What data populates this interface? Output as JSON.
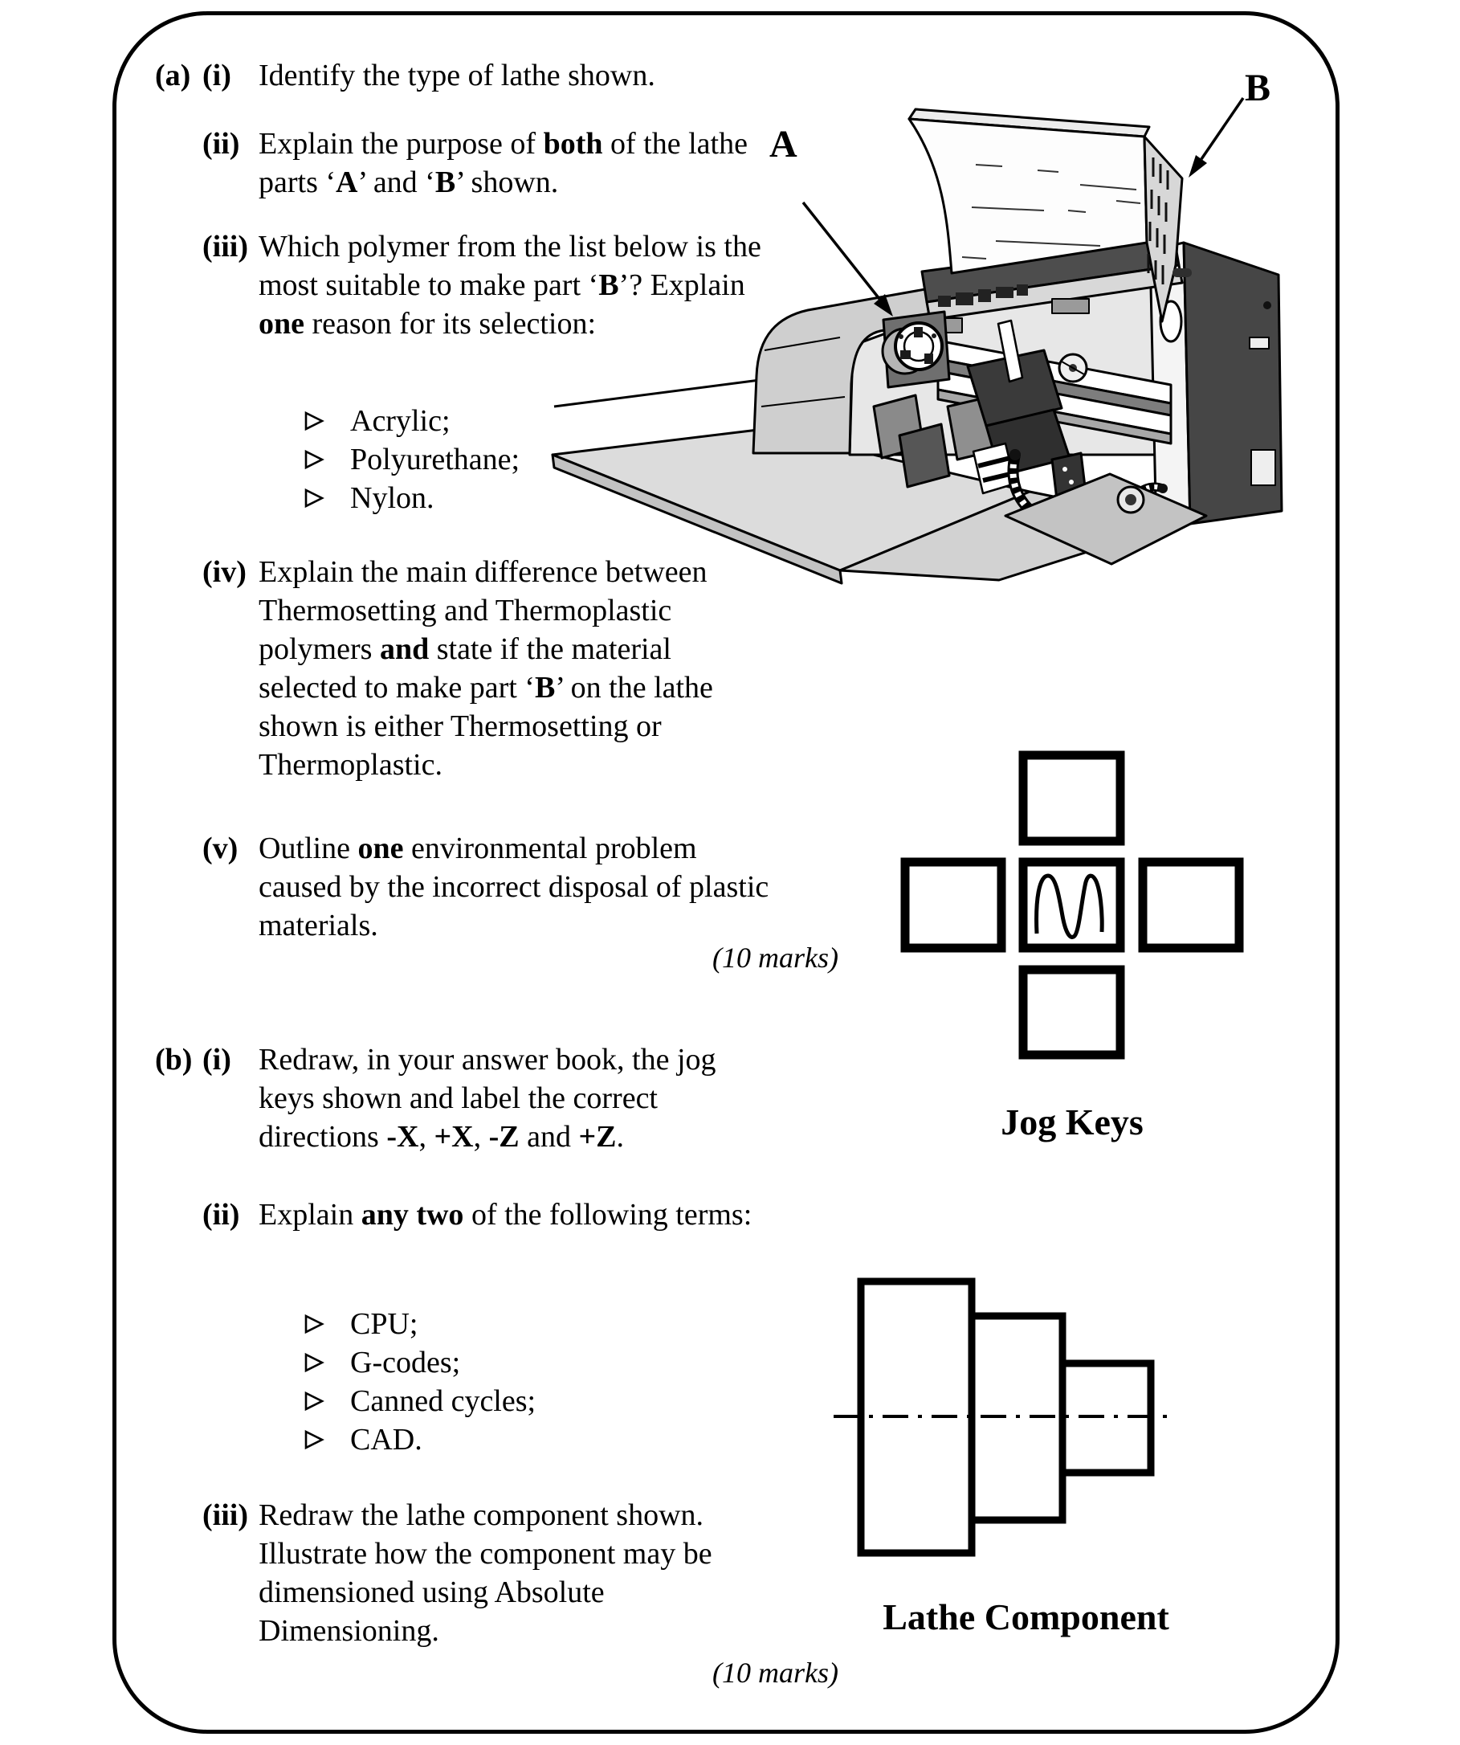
{
  "page": {
    "marks_a": "(10 marks)",
    "marks_b": "(10 marks)",
    "icons": {
      "bullet": "arrowhead-right"
    },
    "qa": {
      "label": "(a)",
      "i": {
        "label": "(i)",
        "text": "Identify the type of lathe shown."
      },
      "ii": {
        "label": "(ii)",
        "t1": "Explain the purpose of ",
        "b1": "both",
        "t2": " of the lathe parts ‘",
        "b2": "A",
        "t3": "’ and ‘",
        "b3": "B",
        "t4": "’ shown."
      },
      "iii": {
        "label": "(iii)",
        "t1": "Which polymer from the list below is the most suitable to make part ‘",
        "b1": "B",
        "t2": "’? Explain ",
        "b2": "one",
        "t3": " reason for its selection:",
        "options": [
          "Acrylic;",
          "Polyurethane;",
          "Nylon."
        ]
      },
      "iv": {
        "label": "(iv)",
        "t1": "Explain the main difference between Thermosetting and Thermoplastic polymers ",
        "b1": "and",
        "t2": " state if the material selected to make part ‘",
        "b2": "B",
        "t3": "’ on the lathe shown is either Thermosetting or Thermoplastic."
      },
      "v": {
        "label": "(v)",
        "t1": "Outline ",
        "b1": "one",
        "t2": " environmental problem caused by the incorrect disposal of plastic materials."
      }
    },
    "qb": {
      "label": "(b)",
      "i": {
        "label": "(i)",
        "t1": "Redraw, in your answer book, the jog keys shown and label the correct directions ",
        "b1": "-X",
        "t2": ", ",
        "b2": "+X",
        "t3": ", ",
        "b3": "-Z",
        "t4": " and ",
        "b4": "+Z",
        "t5": "."
      },
      "ii": {
        "label": "(ii)",
        "t1": "Explain ",
        "b1": "any two",
        "t2": " of the following terms:",
        "options": [
          "CPU;",
          "G-codes;",
          "Canned cycles;",
          "CAD."
        ]
      },
      "iii": {
        "label": "(iii)",
        "text": "Redraw the lathe component shown. Illustrate how the component may be dimensioned using Absolute Dimensioning."
      }
    },
    "figures": {
      "lathe": {
        "label_a": "A",
        "label_b": "B"
      },
      "jog": {
        "title": "Jog Keys"
      },
      "component": {
        "title": "Lathe Component"
      }
    }
  }
}
